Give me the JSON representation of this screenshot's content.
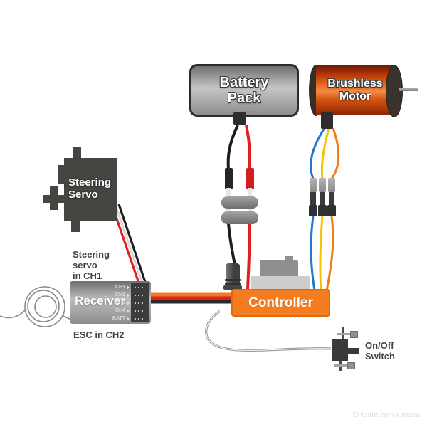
{
  "components": {
    "battery": {
      "lines": [
        "Battery",
        "Pack"
      ]
    },
    "motor": {
      "lines": [
        "Brushless",
        "Motor"
      ]
    },
    "servo": {
      "lines": [
        "Steering",
        "Servo"
      ]
    },
    "receiver": {
      "label": "Receiver",
      "channels": [
        "CH1",
        "CH2",
        "CH3",
        "CH4",
        "BATT"
      ]
    },
    "controller": {
      "label": "Controller"
    }
  },
  "annotations": {
    "servo_note": [
      "Steering",
      "servo",
      "in CH1"
    ],
    "esc_note": "ESC in CH2",
    "switch_note": [
      "On/Off",
      "Switch"
    ],
    "watermark": "DHgate.com jojozou"
  },
  "colors": {
    "wire-black": "#1d1d1d",
    "wire-red": "#e02020",
    "wire-white": "#d8d8d8",
    "wire-blue": "#2277cc",
    "wire-yellow": "#f5c400",
    "wire-orange": "#ef7d1a",
    "wire-gray": "#9a9a9a",
    "antenna-gray": "#8a8a8a",
    "ribbon-dark": "#2a2a2a"
  }
}
